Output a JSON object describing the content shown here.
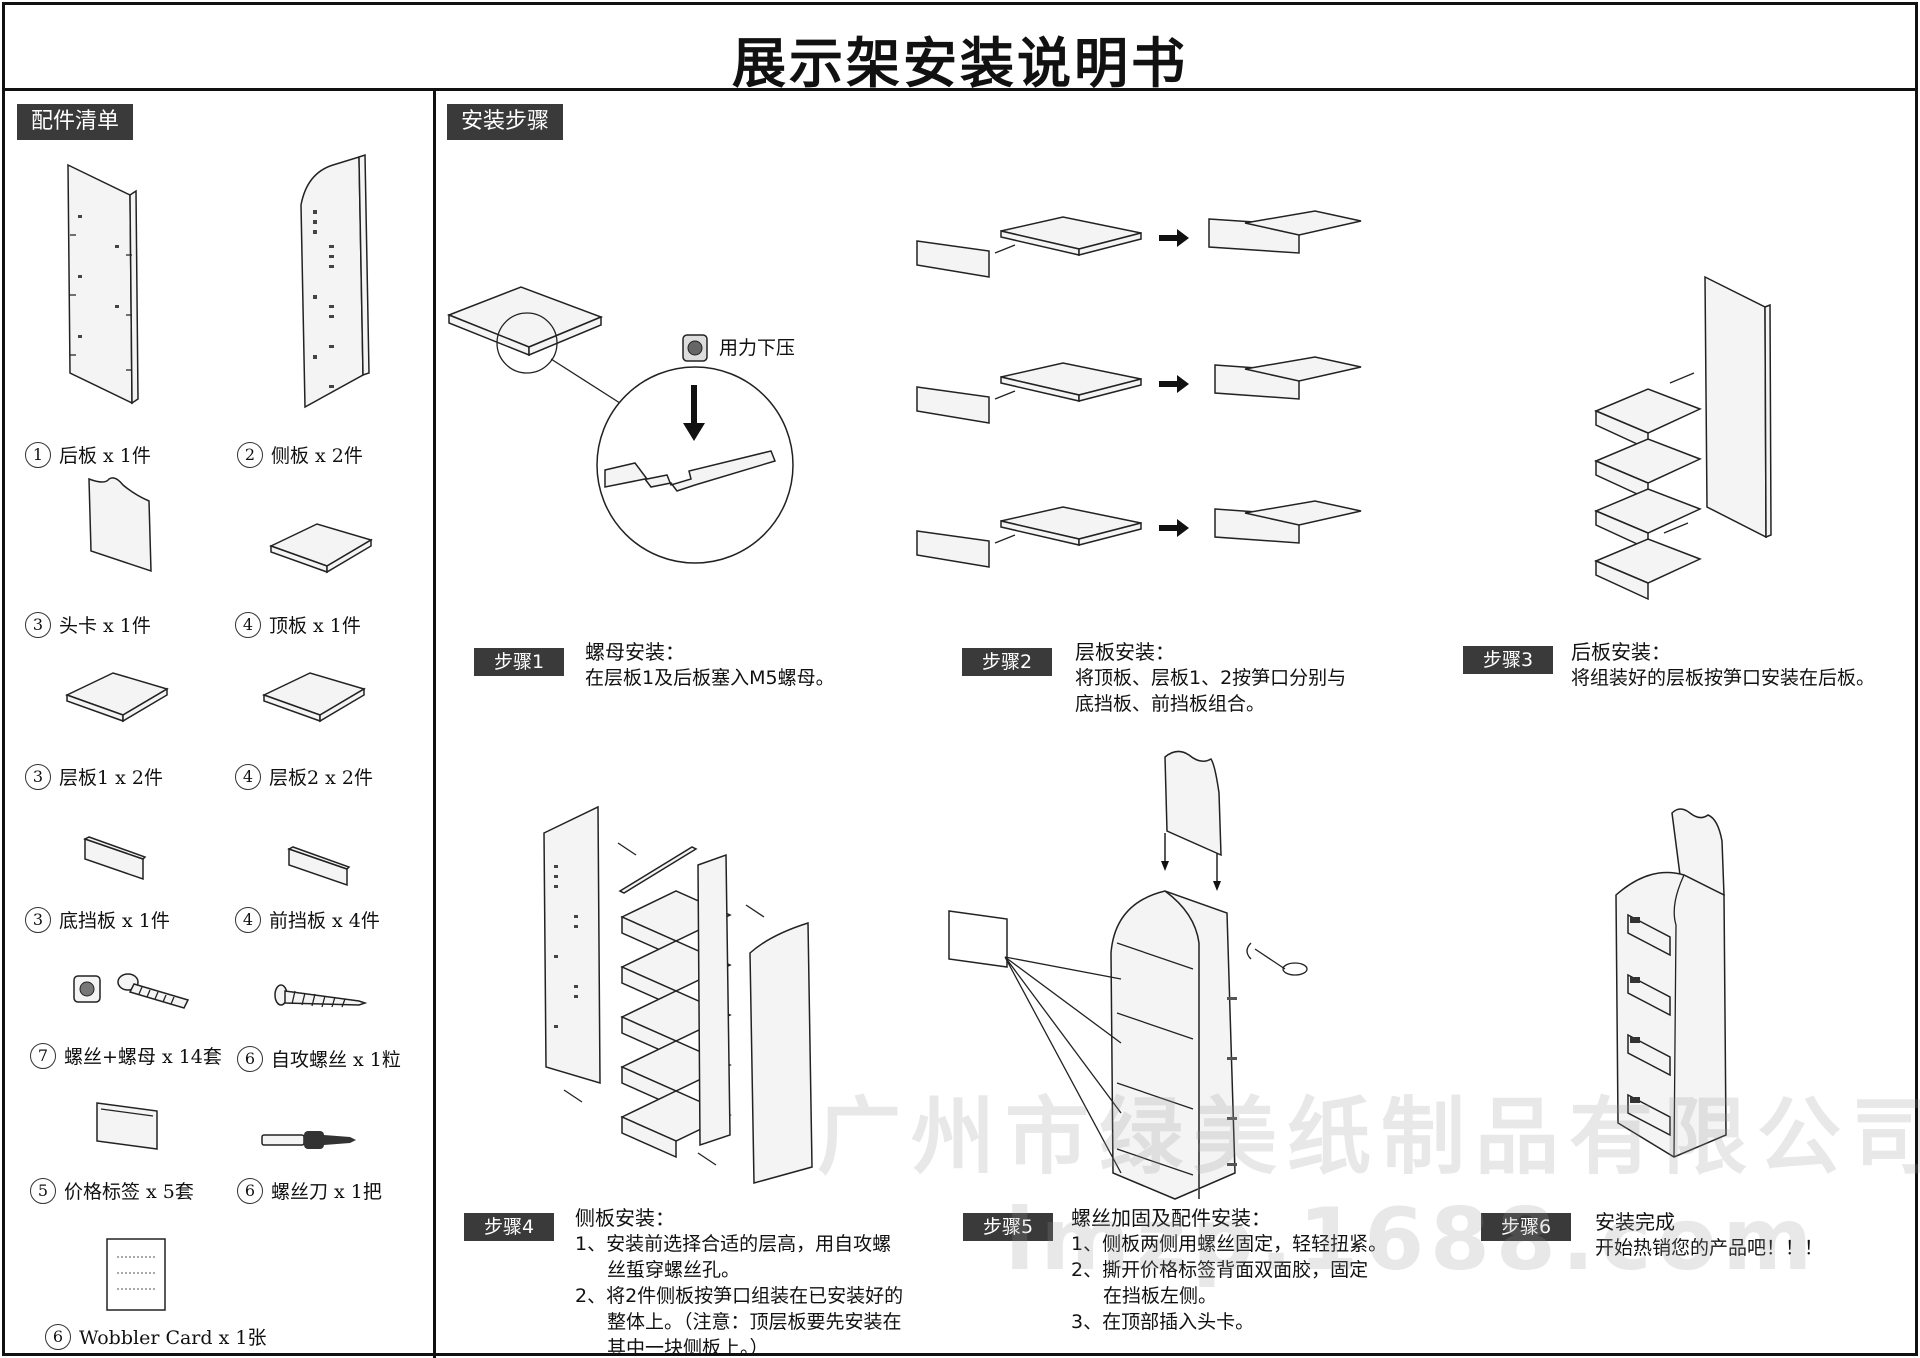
{
  "title": "展示架安装说明书",
  "parts_panel": {
    "heading": "配件清单",
    "items": [
      {
        "num": "1",
        "text": "后板 x 1件"
      },
      {
        "num": "2",
        "text": "侧板 x 2件"
      },
      {
        "num": "3",
        "text": "头卡 x 1件"
      },
      {
        "num": "4",
        "text": "顶板 x 1件"
      },
      {
        "num": "3",
        "text": "层板1 x 2件"
      },
      {
        "num": "4",
        "text": "层板2 x 2件"
      },
      {
        "num": "3",
        "text": "底挡板 x 1件"
      },
      {
        "num": "4",
        "text": "前挡板 x 4件"
      },
      {
        "num": "7",
        "text": "螺丝+螺母 x 14套"
      },
      {
        "num": "6",
        "text": "自攻螺丝 x 1粒"
      },
      {
        "num": "5",
        "text": "价格标签 x 5套"
      },
      {
        "num": "6",
        "text": "螺丝刀 x 1把"
      },
      {
        "num": "6",
        "text": "Wobbler Card x 1张"
      }
    ]
  },
  "steps_panel": {
    "heading": "安装步骤",
    "press_label": "用力下压",
    "steps": [
      {
        "tag": "步骤1",
        "title": "螺母安装：",
        "lines": [
          "在层板1及后板塞入M5螺母。"
        ]
      },
      {
        "tag": "步骤2",
        "title": "层板安装：",
        "lines": [
          "将顶板、层板1、2按笋口分别与",
          "底挡板、前挡板组合。"
        ]
      },
      {
        "tag": "步骤3",
        "title": "后板安装：",
        "lines": [
          "将组装好的层板按笋口安装在后板。"
        ]
      },
      {
        "tag": "步骤4",
        "title": "侧板安装：",
        "lines": [
          "1、安装前选择合适的层高，用自攻螺",
          "丝蜇穿螺丝孔。",
          "2、将2件侧板按笋口组装在已安装好的",
          "整体上。（注意：顶层板要先安装在",
          "其中一块侧板上。）"
        ]
      },
      {
        "tag": "步骤5",
        "title": "螺丝加固及配件安装：",
        "lines": [
          "1、侧板两侧用螺丝固定，轻轻扭紧。",
          "2、撕开价格标签背面双面胶，固定",
          "在挡板左侧。",
          "3、在顶部插入头卡。"
        ]
      },
      {
        "tag": "步骤6",
        "title": "安装完成",
        "lines": [
          "开始热销您的产品吧！！！"
        ]
      }
    ]
  },
  "watermark": {
    "company": "广州市绿美纸制品有限公司",
    "site": "lmzp.1688.com"
  }
}
